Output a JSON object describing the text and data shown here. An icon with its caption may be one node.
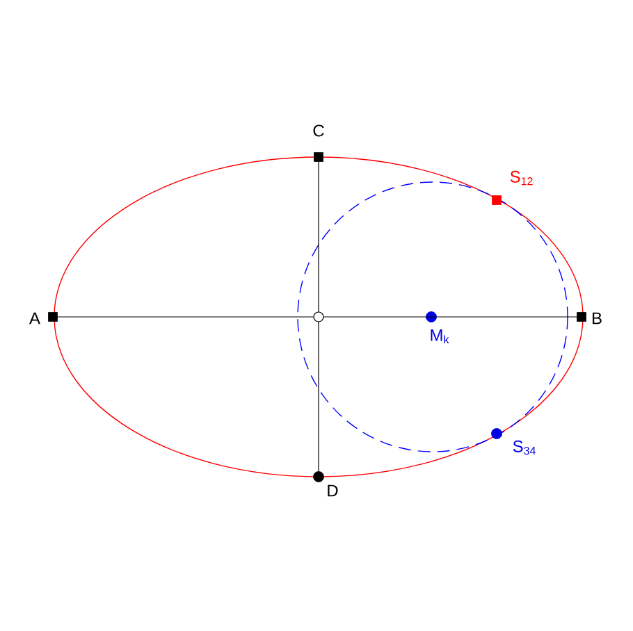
{
  "diagram": {
    "nodes": [
      {
        "text": [],
        "shape": "box",
        "beside": [
          "A"
        ]
      },
      {
        "text": [],
        "shape": "box",
        "beside": [
          "B"
        ]
      },
      {
        "text": [],
        "shape": "box",
        "beside": [
          "C"
        ]
      },
      {
        "text": [],
        "shape": "circle",
        "beside": [
          "D"
        ]
      },
      {
        "text": [],
        "shape": "box",
        "beside": [
          "S$_{12}$"
        ]
      },
      {
        "text": [],
        "shape": "circle",
        "beside": [
          "S$_{34}$"
        ]
      },
      {
        "text": [],
        "shape": "circle",
        "beside": [
          "M$_{k}$"
        ]
      }
    ],
    "edges": [
      {
        "from": 0,
        "to": 1,
        "arrow": "none"
      },
      {
        "from": 2,
        "to": 3,
        "arrow": "none"
      }
    ]
  }
}
